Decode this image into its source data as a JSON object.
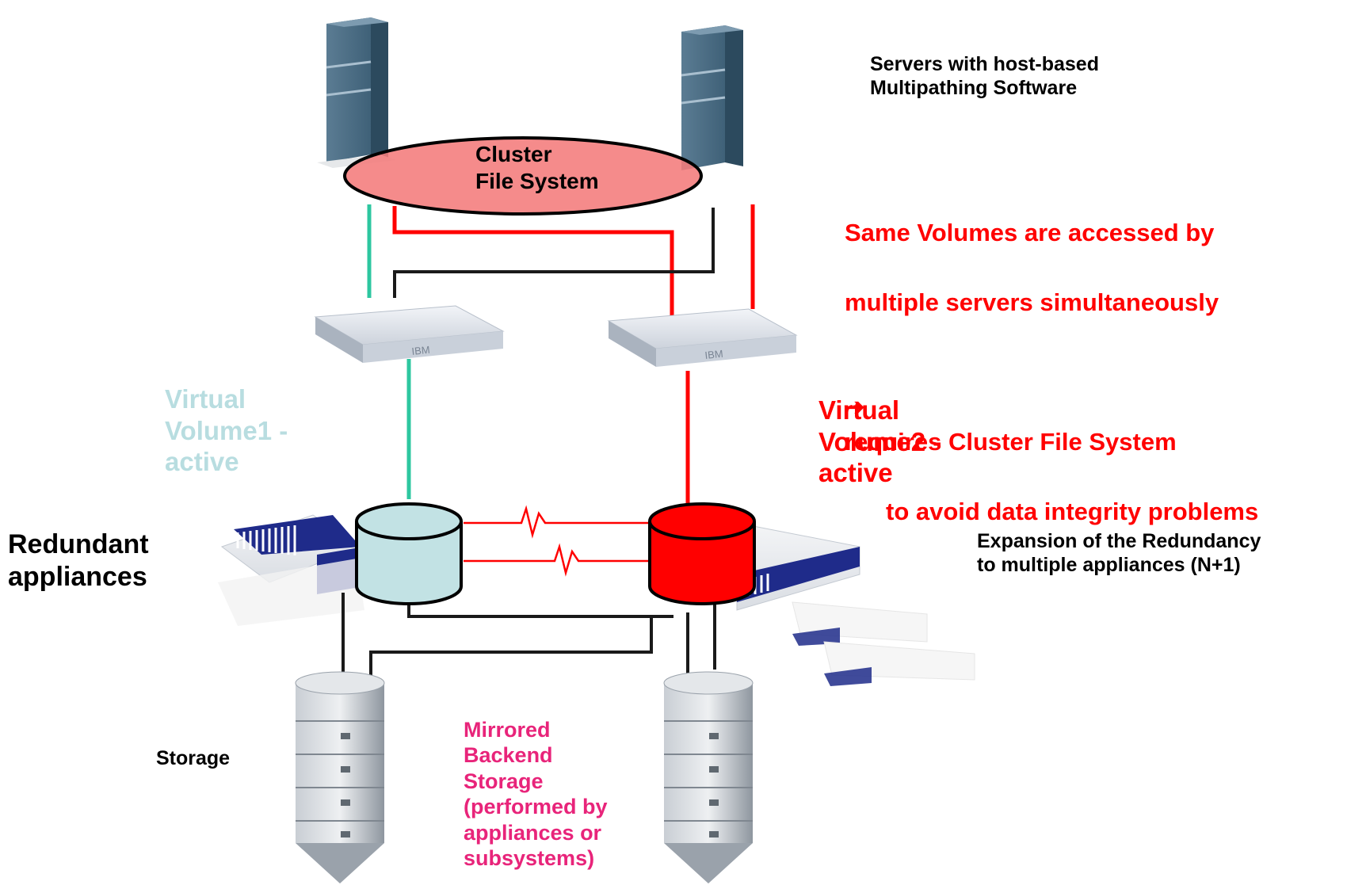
{
  "labels": {
    "servers": "Servers with host-based\nMultipathing Software",
    "cluster_fs": "Cluster\nFile System",
    "same_volumes_line1": "Same Volumes are accessed by",
    "same_volumes_line2": "multiple servers simultaneously",
    "same_volumes_line3": "requires Cluster File System",
    "same_volumes_line4": "to avoid data integrity problems",
    "virtual_volume1": "Virtual\nVolume1 -\nactive",
    "virtual_volume2": "Virtual\nVolume2 -\nactive",
    "redundant_appliances": "Redundant\nappliances",
    "expansion": "Expansion of the Redundancy\nto multiple appliances (N+1)",
    "storage": "Storage",
    "mirrored": "Mirrored\nBackend\nStorage\n(performed by\nappliances or\nsubsystems)"
  },
  "icons": {
    "arrow": "arrow-right-icon",
    "server": "tower-server-icon",
    "switch": "san-switch-icon",
    "appliance": "rack-appliance-icon",
    "volume": "cylinder-volume-icon",
    "storage": "disk-array-icon"
  },
  "colors": {
    "red": "#ff0000",
    "cyan_line": "#2dc7a0",
    "volume1_fill": "#c2e2e4",
    "volume2_fill": "#ff0000",
    "cluster_fill": "#f47b7b",
    "magenta": "#e8247a",
    "light_cyan_text": "#b8dde0"
  }
}
